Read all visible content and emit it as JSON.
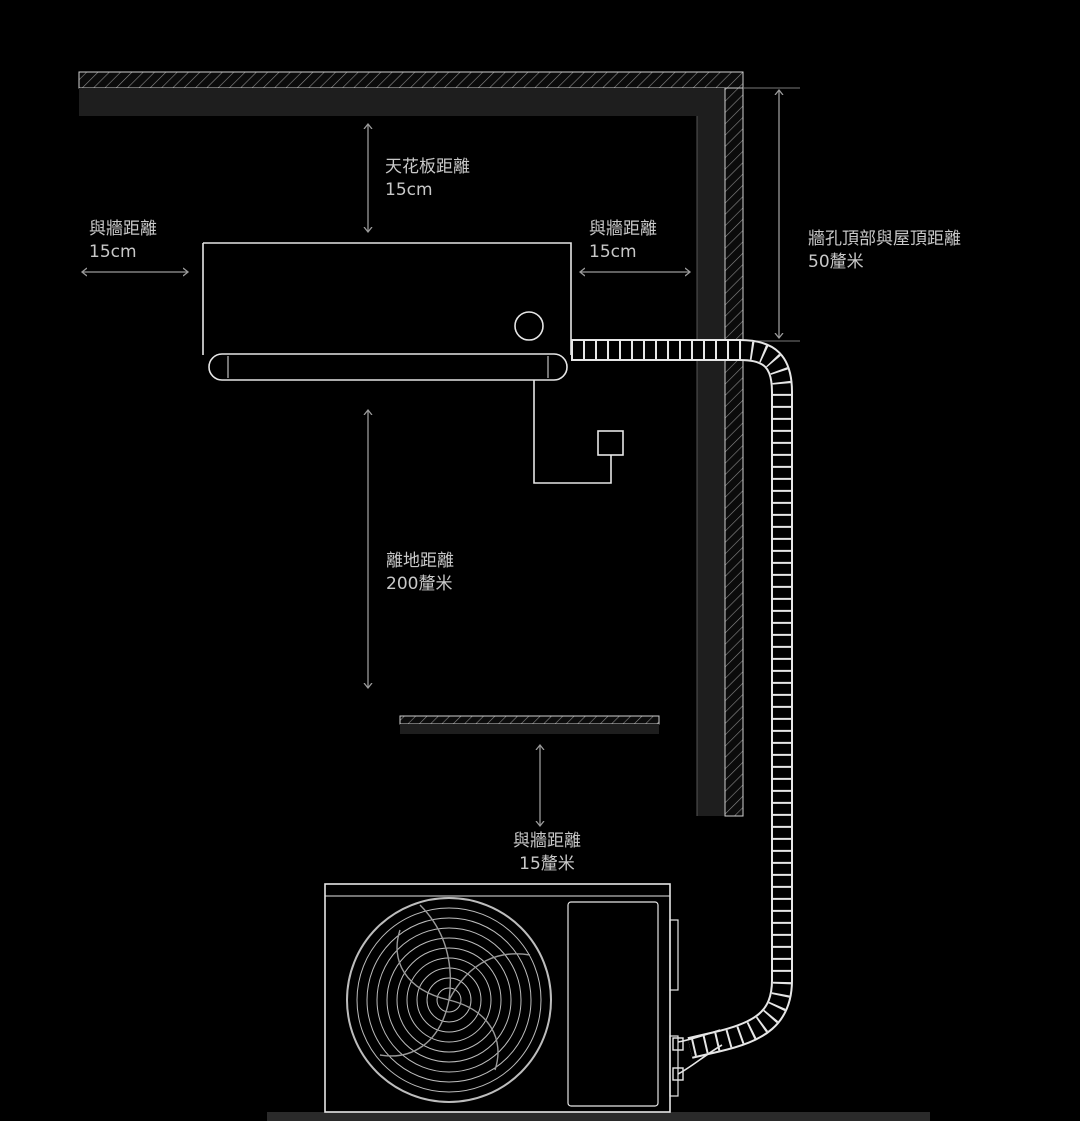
{
  "labels": {
    "ceiling": {
      "title": "天花板距離",
      "value": "15cm"
    },
    "wall_left": {
      "title": "與牆距離",
      "value": "15cm"
    },
    "wall_right": {
      "title": "與牆距離",
      "value": "15cm"
    },
    "hole_top": {
      "title": "牆孔頂部與屋頂距離",
      "value": "50釐米"
    },
    "floor": {
      "title": "離地距離",
      "value": "200釐米"
    },
    "outdoor_wall": {
      "title": "與牆距離",
      "value": "15釐米"
    }
  },
  "colors": {
    "background": "#000000",
    "line": "#e6e6e6",
    "text": "#c8c8c8",
    "wall_fill": "#1e1e1e",
    "arrow": "#9a9a9a"
  },
  "icons": {
    "indoor_unit": "air-conditioner-indoor-unit",
    "outdoor_unit": "air-conditioner-outdoor-unit",
    "power_socket": "power-socket-icon",
    "pipe": "flexible-refrigerant-pipe"
  }
}
